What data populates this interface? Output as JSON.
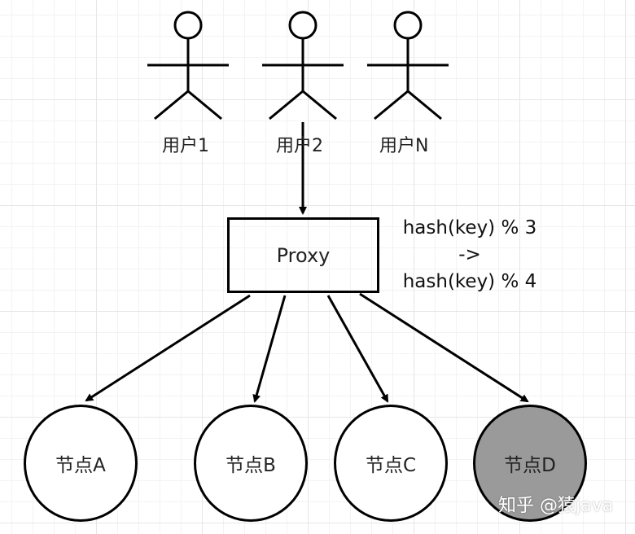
{
  "users": [
    {
      "label": "用户1"
    },
    {
      "label": "用户2"
    },
    {
      "label": "用户N"
    }
  ],
  "proxy": {
    "label": "Proxy"
  },
  "hash_note": {
    "line1": "hash(key) % 3",
    "line2": "->",
    "line3": "hash(key) % 4"
  },
  "nodes": [
    {
      "label": "节点A",
      "fill": "#ffffff"
    },
    {
      "label": "节点B",
      "fill": "#ffffff"
    },
    {
      "label": "节点C",
      "fill": "#ffffff"
    },
    {
      "label": "节点D",
      "fill": "#9a9a9a"
    }
  ],
  "watermark": "知乎 @猿java"
}
